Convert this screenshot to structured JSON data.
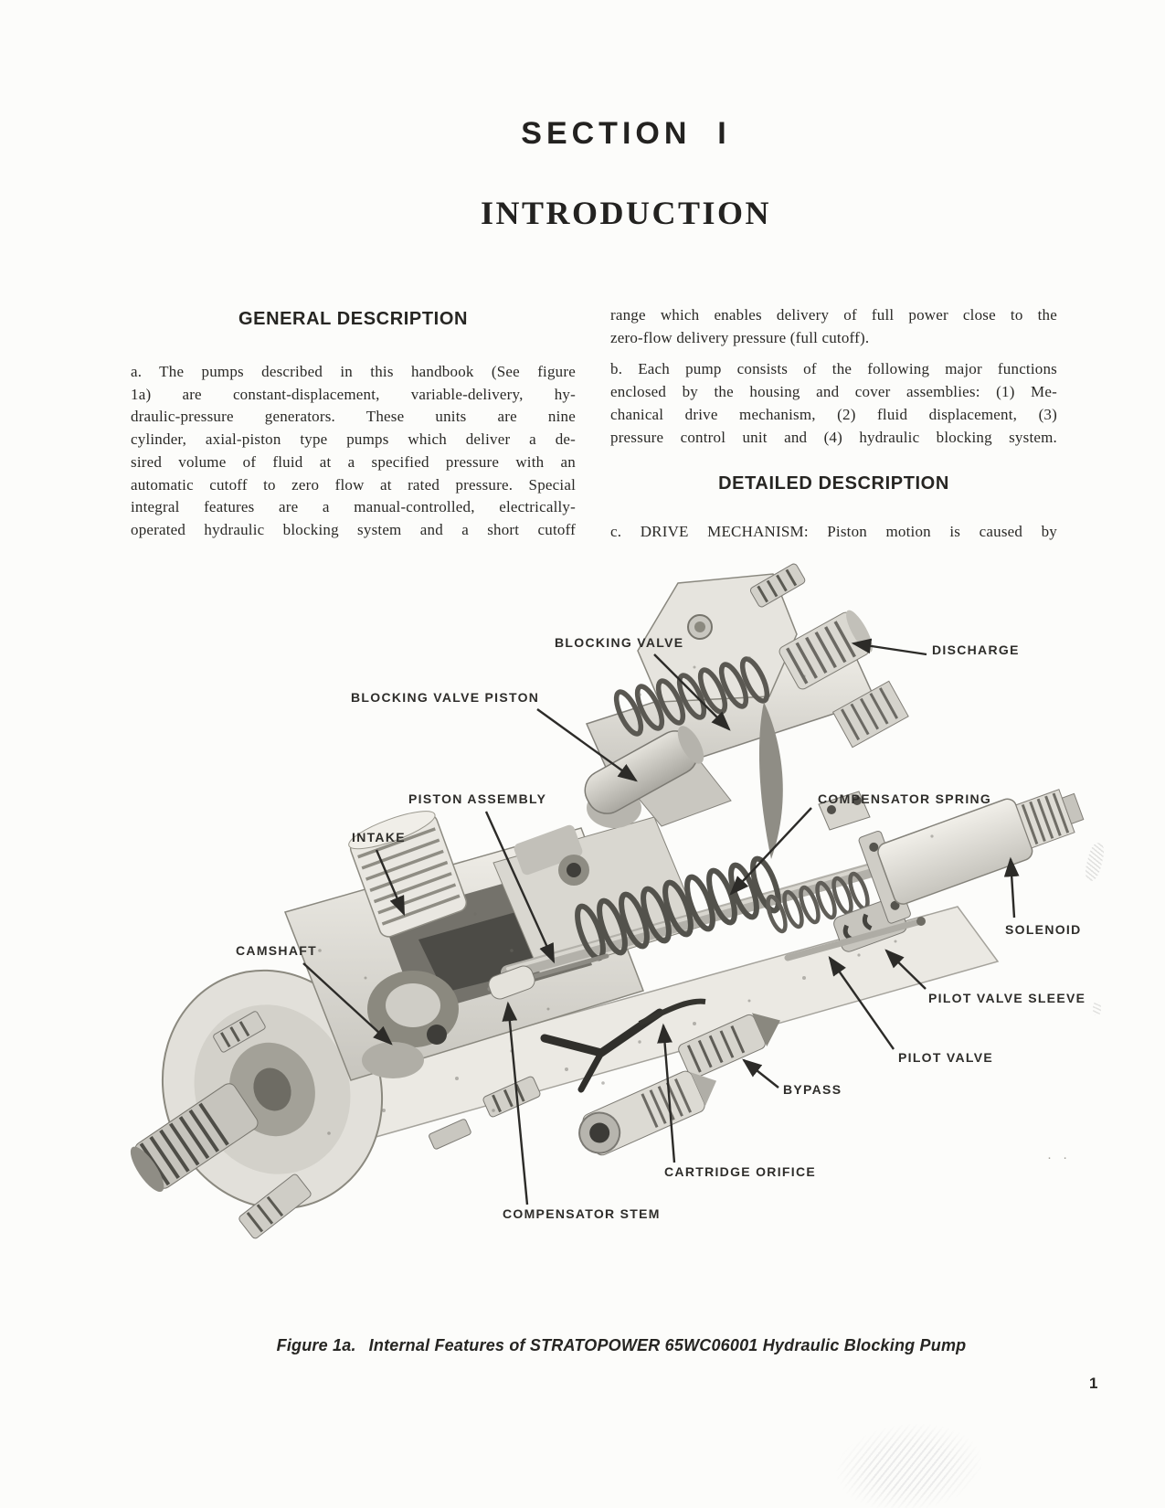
{
  "page": {
    "section_title": "SECTION  I",
    "main_title": "INTRODUCTION",
    "page_number": "1"
  },
  "colors": {
    "paper": "#fcfcfa",
    "ink": "#2a2926"
  },
  "columns": {
    "left": {
      "heading": "GENERAL DESCRIPTION",
      "para_a_lines": [
        "a. The pumps described in this handbook (See figure",
        "1a) are constant-displacement, variable-delivery, hy-",
        "draulic-pressure generators. These units are nine",
        "cylinder, axial-piston type pumps which deliver a de-",
        "sired volume of fluid at a specified pressure with an",
        "automatic cutoff to zero flow at rated pressure. Special",
        "integral features are a manual-controlled, electrically-",
        "operated hydraulic blocking system and a short cutoff"
      ]
    },
    "right": {
      "para_intro_lines": [
        "range which enables delivery of full power close to the",
        "zero-flow delivery pressure (full cutoff)."
      ],
      "para_b_lines": [
        "b. Each pump consists of the following major functions",
        "enclosed by the housing and cover assemblies: (1) Me-",
        "chanical drive mechanism, (2) fluid displacement, (3)",
        "pressure control unit and (4) hydraulic blocking system."
      ],
      "heading_detailed": "DETAILED DESCRIPTION",
      "para_c_lines": [
        "c. DRIVE MECHANISM: Piston motion is caused by"
      ]
    }
  },
  "figure": {
    "caption_prefix": "Figure 1a.",
    "caption_text": "Internal Features of STRATOPOWER 65WC06001 Hydraulic Blocking Pump",
    "labels": [
      {
        "text": "BLOCKING VALVE"
      },
      {
        "text": "DISCHARGE"
      },
      {
        "text": "BLOCKING VALVE PISTON"
      },
      {
        "text": "PISTON ASSEMBLY"
      },
      {
        "text": "COMPENSATOR SPRING"
      },
      {
        "text": "INTAKE"
      },
      {
        "text": "CAMSHAFT"
      },
      {
        "text": "SOLENOID"
      },
      {
        "text": "PILOT VALVE SLEEVE"
      },
      {
        "text": "PILOT VALVE"
      },
      {
        "text": "BYPASS"
      },
      {
        "text": "CARTRIDGE ORIFICE"
      },
      {
        "text": "COMPENSATOR STEM"
      }
    ]
  }
}
